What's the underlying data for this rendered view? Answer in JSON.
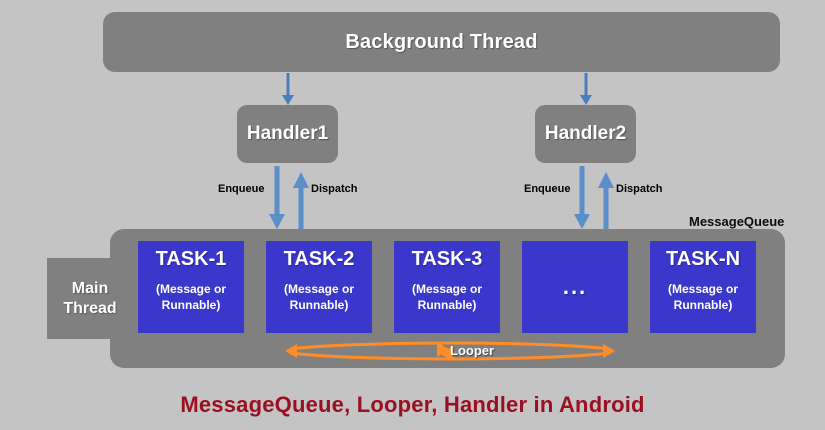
{
  "diagram": {
    "background_color": "#c4c4c4",
    "box_color": "#808080",
    "task_color": "#3a37cc",
    "arrow_color": "#4a7ebb",
    "looper_color": "#ff8c26",
    "caption_color": "#9b0f22",
    "caption": "MessageQueue, Looper, Handler in Android"
  },
  "background_thread": {
    "label": "Background Thread"
  },
  "handlers": [
    {
      "label": "Handler1",
      "enqueue_label": "Enqueue",
      "dispatch_label": "Dispatch"
    },
    {
      "label": "Handler2",
      "enqueue_label": "Enqueue",
      "dispatch_label": "Dispatch"
    }
  ],
  "message_queue": {
    "label": "MessageQueue",
    "main_thread": {
      "line1": "Main",
      "line2": "Thread"
    },
    "looper_label": "Looper",
    "tasks": [
      {
        "title": "TASK-1",
        "subtitle_line1": "(Message or",
        "subtitle_line2": "Runnable)"
      },
      {
        "title": "TASK-2",
        "subtitle_line1": "(Message or",
        "subtitle_line2": "Runnable)"
      },
      {
        "title": "TASK-3",
        "subtitle_line1": "(Message or",
        "subtitle_line2": "Runnable)"
      },
      {
        "title": "...",
        "subtitle_line1": "",
        "subtitle_line2": ""
      },
      {
        "title": "TASK-N",
        "subtitle_line1": "(Message or",
        "subtitle_line2": "Runnable)"
      }
    ]
  }
}
